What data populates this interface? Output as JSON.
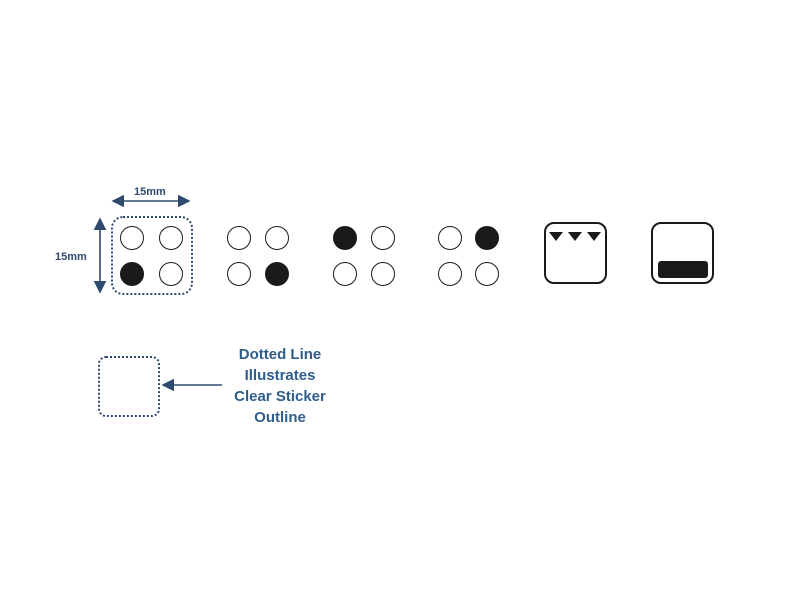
{
  "dimensions": {
    "width_label": "15mm",
    "height_label": "15mm"
  },
  "stickers": [
    {
      "type": "dots",
      "filled": [
        false,
        false,
        true,
        false
      ],
      "outlined": true
    },
    {
      "type": "dots",
      "filled": [
        false,
        false,
        false,
        true
      ],
      "outlined": false
    },
    {
      "type": "dots",
      "filled": [
        true,
        false,
        false,
        false
      ],
      "outlined": false
    },
    {
      "type": "dots",
      "filled": [
        false,
        true,
        false,
        false
      ],
      "outlined": false
    },
    {
      "type": "triangles",
      "count": 3
    },
    {
      "type": "bar"
    }
  ],
  "legend": {
    "lines": [
      "Dotted Line",
      "Illustrates",
      "Clear Sticker",
      "Outline"
    ]
  },
  "colors": {
    "ink": "#1a1a1a",
    "annotation": "#2f4a6e",
    "legend_text": "#2f5d8c"
  }
}
